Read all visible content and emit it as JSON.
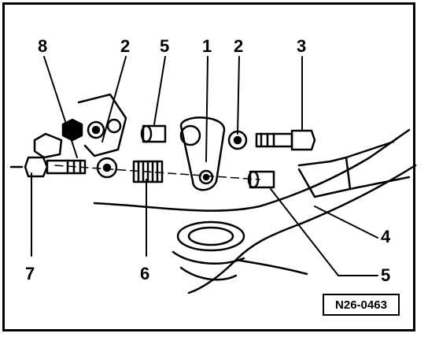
{
  "callouts": {
    "top": [
      "8",
      "2",
      "5",
      "1",
      "2",
      "3"
    ],
    "right_4": "4",
    "right_5": "5",
    "bottom_7": "7",
    "bottom_6": "6"
  },
  "reference_code": "N26-0463"
}
